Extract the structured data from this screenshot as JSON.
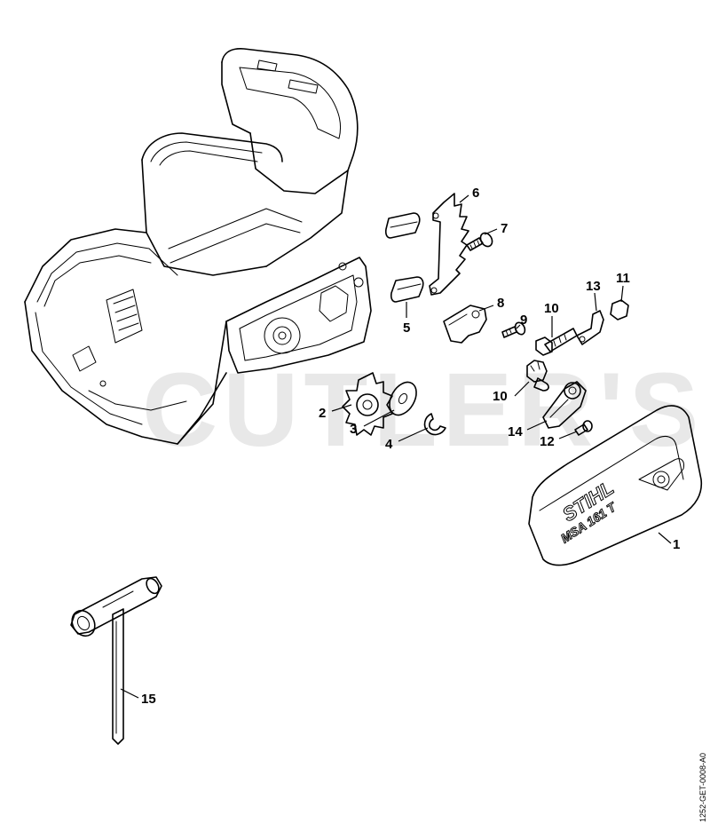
{
  "diagram": {
    "watermark": "CUTLER'S",
    "reference_code": "1252-GET-0008-A0",
    "cover_brand": "STIHL",
    "cover_model": "MSA 161 T",
    "callouts": [
      {
        "label": "1"
      },
      {
        "label": "2"
      },
      {
        "label": "3"
      },
      {
        "label": "4"
      },
      {
        "label": "5"
      },
      {
        "label": "6"
      },
      {
        "label": "7"
      },
      {
        "label": "8"
      },
      {
        "label": "9"
      },
      {
        "label": "10"
      },
      {
        "label": "10"
      },
      {
        "label": "11"
      },
      {
        "label": "12"
      },
      {
        "label": "13"
      },
      {
        "label": "14"
      },
      {
        "label": "15"
      }
    ]
  }
}
